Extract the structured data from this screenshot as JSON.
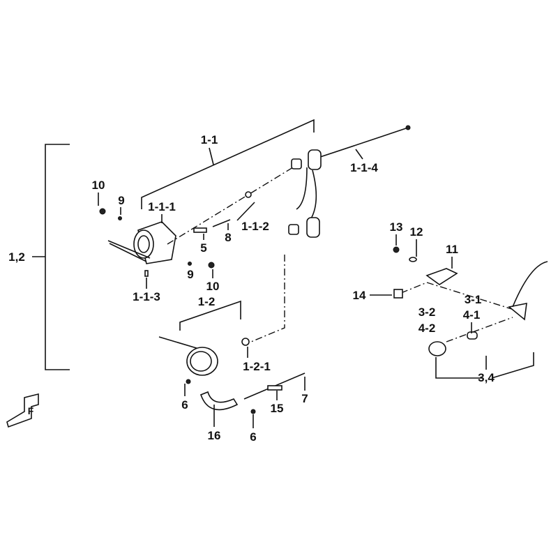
{
  "diagram": {
    "title": "",
    "labels": {
      "l_1_1": "1-1",
      "l_1_1_4": "1-1-4",
      "l_10a": "10",
      "l_9a": "9",
      "l_1_1_1": "1-1-1",
      "l_1_1_2": "1-1-2",
      "l_5": "5",
      "l_8": "8",
      "l_1_2_group": "1,2",
      "l_9b": "9",
      "l_10b": "10",
      "l_1_1_3": "1-1-3",
      "l_1_2": "1-2",
      "l_1_2_1": "1-2-1",
      "l_13": "13",
      "l_12": "12",
      "l_11": "11",
      "l_14": "14",
      "l_3_1": "3-1",
      "l_3_2": "3-2",
      "l_4_1": "4-1",
      "l_4_2": "4-2",
      "l_3_4": "3,4",
      "l_6a": "6",
      "l_15": "15",
      "l_7": "7",
      "l_16": "16",
      "l_6b": "6"
    },
    "front_indicator": "F"
  }
}
